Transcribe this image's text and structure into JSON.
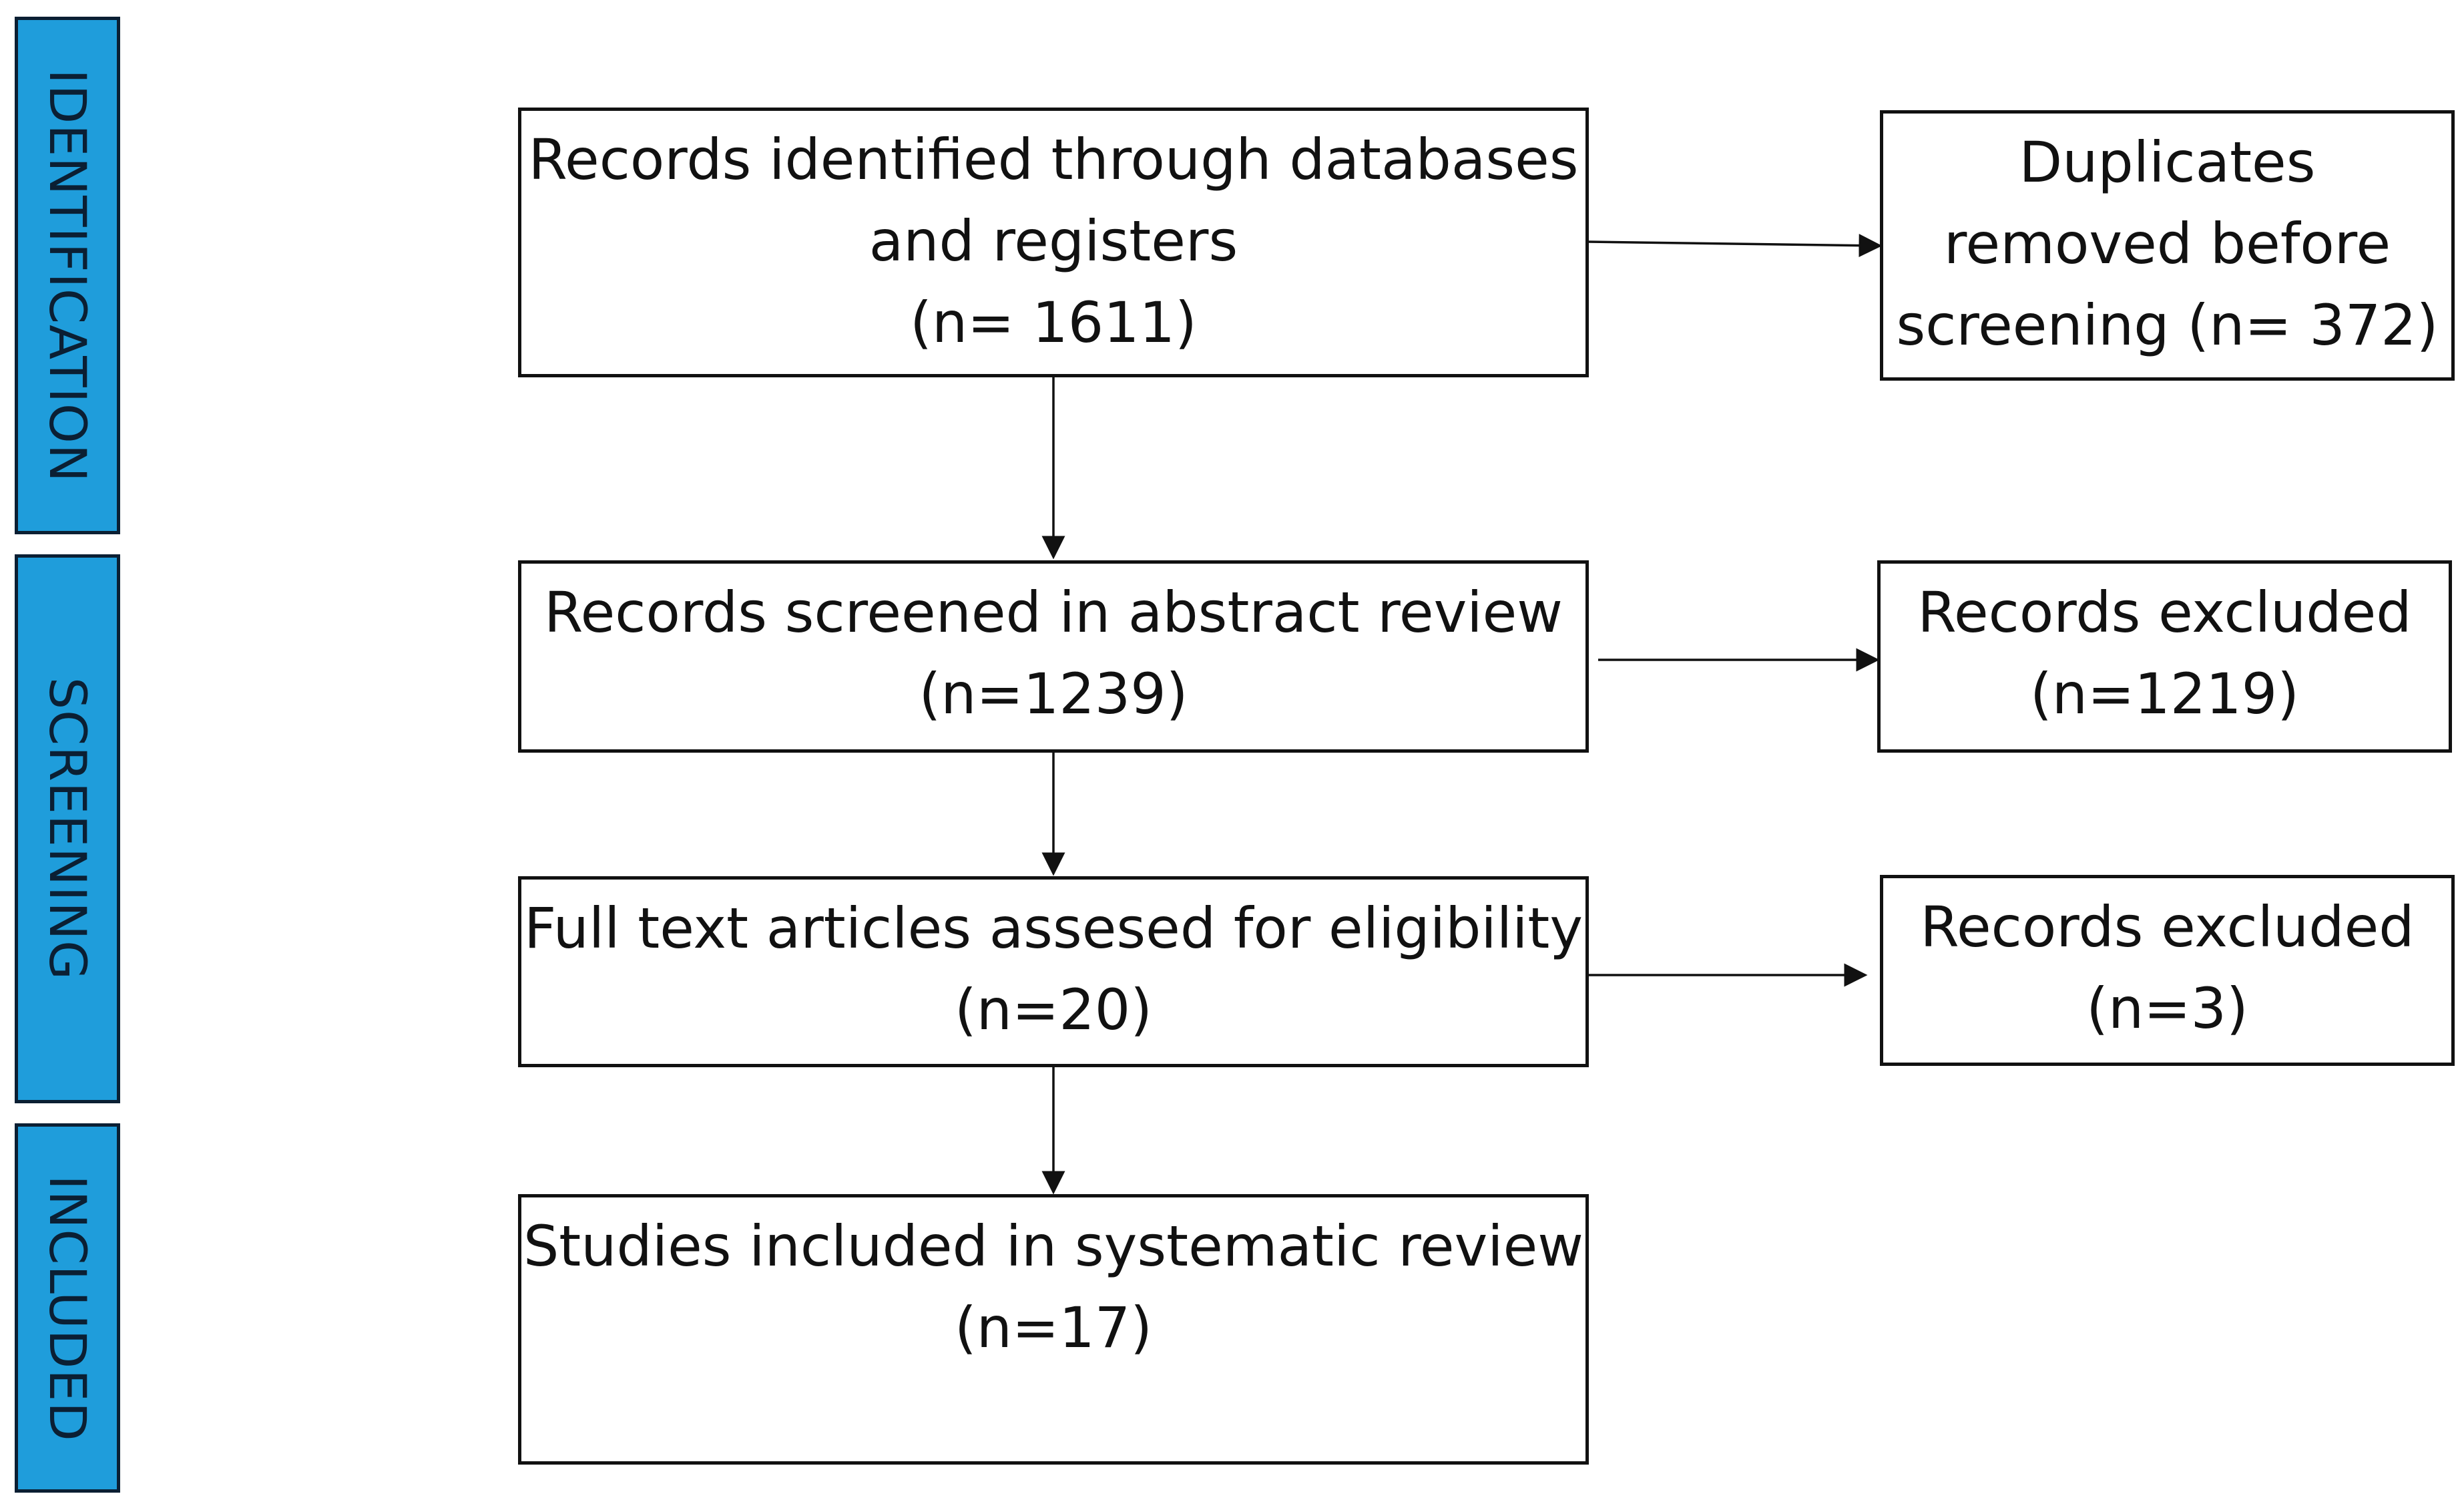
{
  "phases": {
    "identification": "IDENTIFICATION",
    "screening": "SCREENING",
    "included": "INCLUDED"
  },
  "boxes": {
    "identified": {
      "line1": "Records identified through databases",
      "line2": "and registers",
      "line3": "(n= 1611)"
    },
    "duplicates": {
      "line1": "Duplicates",
      "line2": "removed before",
      "line3": "screening (n= 372)"
    },
    "screened": {
      "line1": "Records screened in abstract review",
      "line2": "(n=1239)"
    },
    "excluded_screening": {
      "line1": "Records excluded",
      "line2": "(n=1219)"
    },
    "fulltext": {
      "line1": "Full text articles assesed for eligibility",
      "line2": "(n=20)"
    },
    "excluded_fulltext": {
      "line1": "Records excluded",
      "line2": "(n=3)"
    },
    "included": {
      "line1": "Studies included in systematic review",
      "line2": "(n=17)"
    }
  },
  "colors": {
    "phase_fill": "#1f9ddb",
    "phase_border": "#0b1f33",
    "box_border": "#111111"
  }
}
